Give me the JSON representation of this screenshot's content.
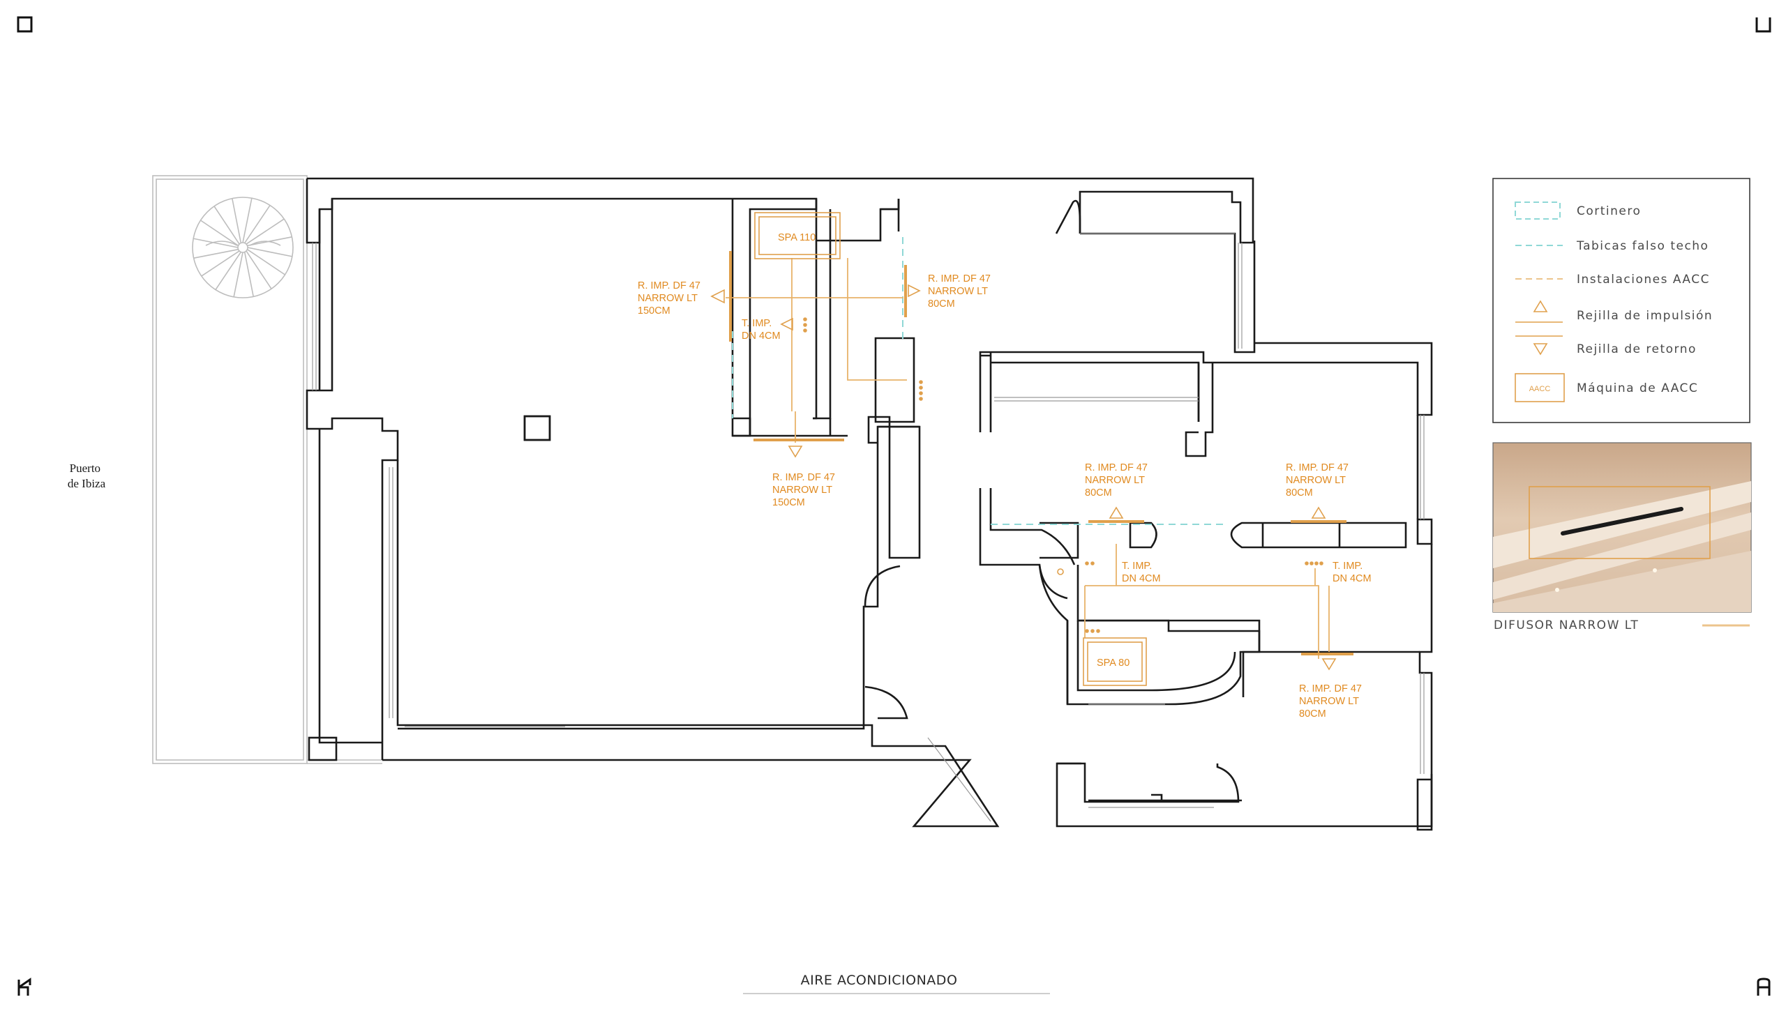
{
  "title": "AIRE ACONDICIONADO",
  "place_label": {
    "line1": "Puerto",
    "line2": "de Ibiza"
  },
  "legend": {
    "items": [
      {
        "text": "Cortinero",
        "icon": "dashed-box-teal"
      },
      {
        "text": "Tabicas falso techo",
        "icon": "dashed-line-teal"
      },
      {
        "text": "Instalaciones AACC",
        "icon": "dashed-line-orange"
      },
      {
        "text": "Rejilla de impulsión",
        "icon": "supply-grille"
      },
      {
        "text": "Rejilla de retorno",
        "icon": "return-grille"
      },
      {
        "text": "Máquina de AACC",
        "icon": "aacc-machine"
      }
    ],
    "machine_icon_text": "AACC"
  },
  "photo_caption": "DIFUSOR NARROW LT",
  "units": [
    {
      "text": "SPA 110"
    },
    {
      "text": "SPA 80"
    }
  ],
  "annotations": [
    {
      "lines": [
        "R. IMP. DF 47",
        "NARROW LT",
        "150CM"
      ]
    },
    {
      "lines": [
        "R. IMP. DF 47",
        "NARROW LT",
        "80CM"
      ]
    },
    {
      "lines": [
        "T. IMP.",
        "DN 4CM"
      ]
    },
    {
      "lines": [
        "R. IMP. DF 47",
        "NARROW LT",
        "150CM"
      ]
    },
    {
      "lines": [
        "R. IMP. DF 47",
        "NARROW LT",
        "80CM"
      ]
    },
    {
      "lines": [
        "R. IMP. DF 47",
        "NARROW LT",
        "80CM"
      ]
    },
    {
      "lines": [
        "T. IMP.",
        "DN 4CM"
      ]
    },
    {
      "lines": [
        "T. IMP.",
        "DN 4CM"
      ]
    },
    {
      "lines": [
        "R. IMP. DF 47",
        "NARROW LT",
        "80CM"
      ]
    }
  ],
  "colors": {
    "walls": "#1a1a1a",
    "hvac": "#e0a04c",
    "label": "#e08a20",
    "teal": "#8fd8d6"
  }
}
